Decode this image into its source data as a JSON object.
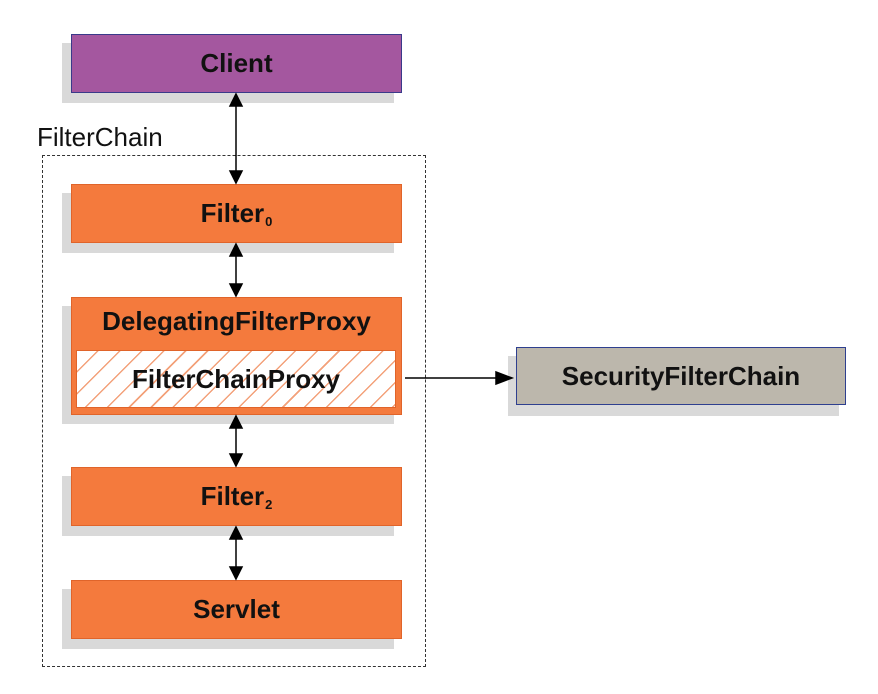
{
  "nodes": {
    "client": "Client",
    "filter0_name": "Filter",
    "filter0_sub": "0",
    "delegating_proxy": "DelegatingFilterProxy",
    "filter_chain_proxy": "FilterChainProxy",
    "filter2_name": "Filter",
    "filter2_sub": "2",
    "servlet": "Servlet",
    "security_filter_chain": "SecurityFilterChain"
  },
  "group": {
    "label": "FilterChain"
  },
  "colors": {
    "filter": "#f47a3d",
    "client": "#a4579f",
    "security_filter_chain": "#bcb7ac",
    "hatch": "#f3a17a"
  },
  "edges": [
    {
      "from": "client",
      "to": "filter0",
      "bidirectional": true
    },
    {
      "from": "filter0",
      "to": "delegating_proxy",
      "bidirectional": true
    },
    {
      "from": "delegating_proxy",
      "to": "filter2",
      "bidirectional": true
    },
    {
      "from": "filter2",
      "to": "servlet",
      "bidirectional": true
    },
    {
      "from": "filter_chain_proxy",
      "to": "security_filter_chain",
      "bidirectional": false
    }
  ]
}
